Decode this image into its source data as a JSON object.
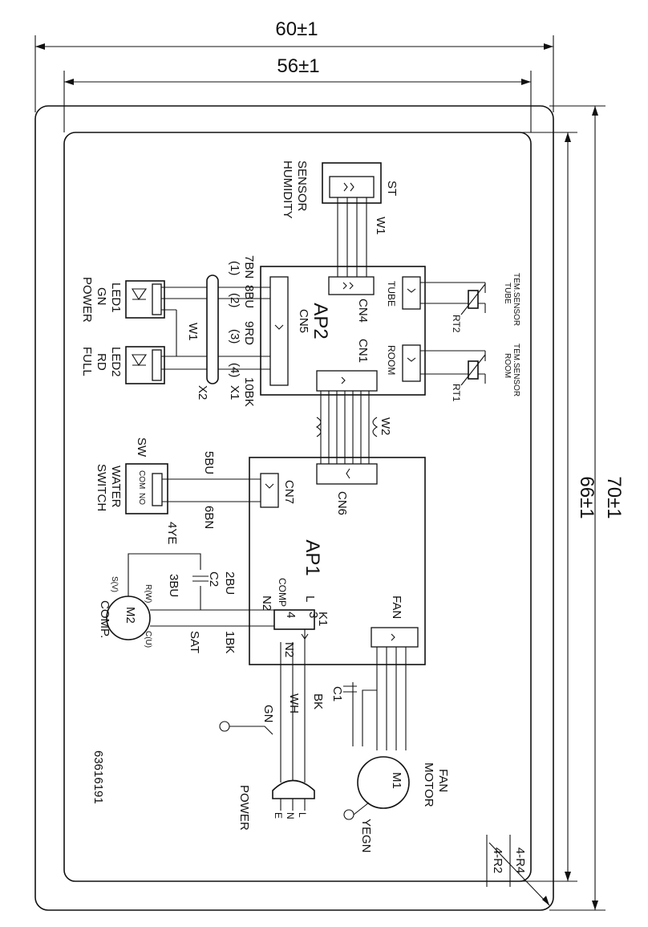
{
  "dimensions": {
    "outer_width": "60±1",
    "inner_width": "56±1",
    "outer_height": "70±1",
    "inner_height": "66±1",
    "radius_outer": "4-R2",
    "radius_inner": "4-R4"
  },
  "blocks": {
    "humidity_sensor": "HUMIDITY SENSOR",
    "st": "ST",
    "w1_top": "W1",
    "ap2": "AP2",
    "cn4": "CN4",
    "cn5": "CN5",
    "cn1": "CN1",
    "tube": "TUBE",
    "room": "ROOM",
    "rt2": "RT2",
    "rt1": "RT1",
    "tube_sensor": "TUBE TEM.SENSOR",
    "room_sensor": "ROOM TEM.SENSOR",
    "w2": "W2",
    "ap1": "AP1",
    "cn6": "CN6",
    "cn7": "CN7",
    "k1": "K1",
    "comp_label": "COMP",
    "fan_label": "FAN",
    "n2_a": "N2",
    "n2_b": "N2",
    "l_term": "L",
    "term_4": "4",
    "term_3": "3"
  },
  "leds": {
    "led1": "LED1",
    "gn": "GN",
    "power": "POWER",
    "led2": "LED2",
    "rd": "RD",
    "full": "FULL",
    "w1": "W1",
    "x1": "X1",
    "x2": "X2",
    "n1": "(1)",
    "n2": "(2)",
    "n3": "(3)",
    "n4": "(4)",
    "wire_7bn": "7BN",
    "wire_8bu": "8BU",
    "wire_9rd": "9RD",
    "wire_10bk": "10BK"
  },
  "switch": {
    "sw": "SW",
    "water_switch": "WATER SWITCH",
    "com": "COM",
    "no": "NO",
    "wire_5bu": "5BU",
    "wire_6bn": "6BN"
  },
  "compressor": {
    "m2": "M2",
    "comp": "COMP.",
    "c2": "C2",
    "sv": "S(V)",
    "rw": "R(W)",
    "cu": "C(U)",
    "sat": "SAT",
    "wire_4ye": "4YE",
    "wire_3bu": "3BU",
    "wire_2bu": "2BU",
    "wire_1bk": "1BK"
  },
  "fan_motor": {
    "m1": "M1",
    "fan_motor": "FAN MOTOR",
    "c1": "C1",
    "yegn": "YEGN"
  },
  "power": {
    "gn": "GN",
    "wh": "WH",
    "bk": "BK",
    "power": "POWER",
    "e": "E",
    "n": "N",
    "l": "L"
  },
  "part_number": "63616191"
}
